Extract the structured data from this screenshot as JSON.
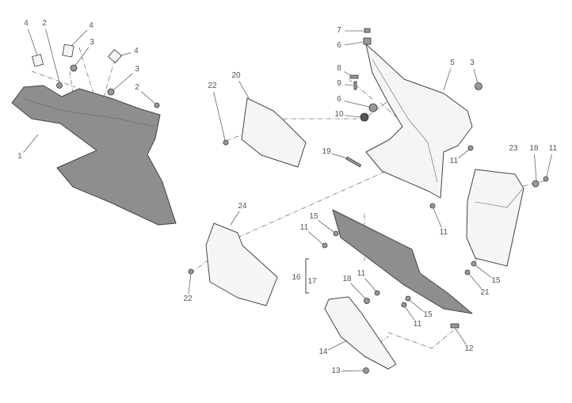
{
  "diagram": {
    "callouts": [
      "1",
      "2",
      "2",
      "3",
      "3",
      "4",
      "4",
      "4",
      "5",
      "3",
      "6",
      "7",
      "8",
      "9",
      "6",
      "10",
      "11",
      "11",
      "19",
      "20",
      "22",
      "23",
      "18",
      "11",
      "24",
      "15",
      "11",
      "16",
      "17",
      "18",
      "11",
      "15",
      "11",
      "15",
      "21",
      "12",
      "14",
      "13",
      "22"
    ],
    "colors": {
      "dark_part": "#8e8e8e",
      "light_part": "#f5f5f5",
      "outline": "#444444",
      "label": "#555555"
    }
  }
}
